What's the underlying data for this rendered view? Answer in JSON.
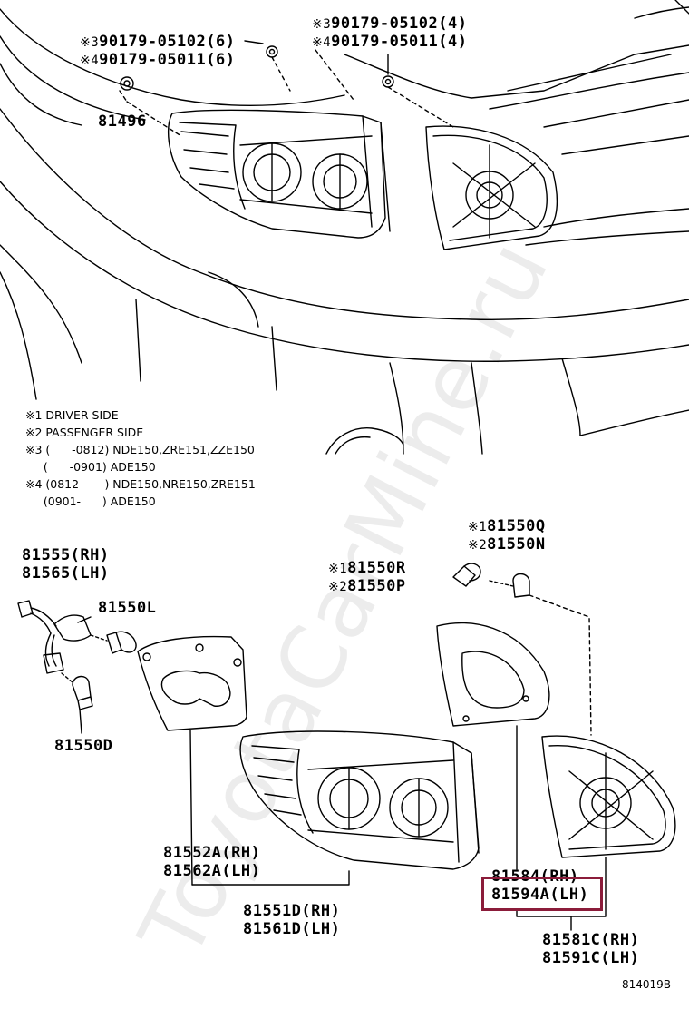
{
  "diagram": {
    "watermark": "ToyotaCarMine.ru",
    "figure_code": "814019B",
    "highlight_color": "#8b1c3a",
    "top_labels": [
      {
        "id": "t1",
        "mark": "※3",
        "text": "90179-05102(6)"
      },
      {
        "id": "t2",
        "mark": "※4",
        "text": "90179-05011(6)"
      },
      {
        "id": "t3",
        "mark": "※3",
        "text": "90179-05102(4)"
      },
      {
        "id": "t4",
        "mark": "※4",
        "text": "90179-05011(4)"
      },
      {
        "id": "t5",
        "mark": "",
        "text": "81496"
      }
    ],
    "notes": [
      "※1 DRIVER SIDE",
      "※2 PASSENGER SIDE",
      "※3 (      -0812) NDE150,ZRE151,ZZE150",
      "     (      -0901) ADE150",
      "※4 (0812-      ) NDE150,NRE150,ZRE151",
      "     (0901-      ) ADE150"
    ],
    "parts": {
      "p81555": "81555(RH)",
      "p81565": "81565(LH)",
      "p81550L": "81550L",
      "p81550D": "81550D",
      "p81550R_mark": "※1",
      "p81550R": "81550R",
      "p81550P_mark": "※2",
      "p81550P": "81550P",
      "p81550Q_mark": "※1",
      "p81550Q": "81550Q",
      "p81550N_mark": "※2",
      "p81550N": "81550N",
      "p81552A": "81552A(RH)",
      "p81562A": "81562A(LH)",
      "p81551D": "81551D(RH)",
      "p81561D": "81561D(LH)",
      "p81584": "81584(RH)",
      "p81594A": "81594A(LH)",
      "p81581C": "81581C(RH)",
      "p81591C": "81591C(LH)"
    }
  }
}
